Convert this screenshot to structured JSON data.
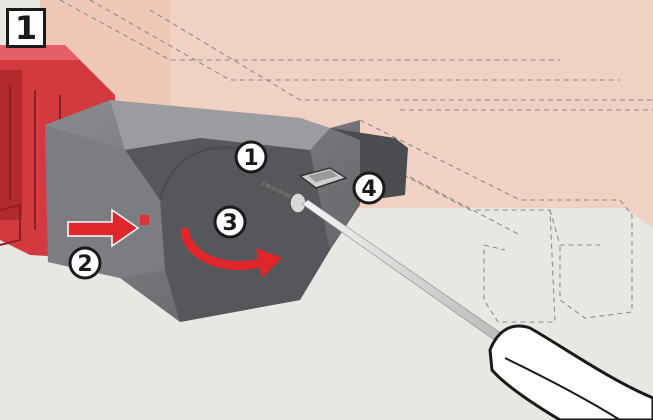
{
  "step": {
    "number": "1"
  },
  "callouts": {
    "c1": "1",
    "c2": "2",
    "c3": "3",
    "c4": "4"
  },
  "colors": {
    "background": "#e8e7e3",
    "housing_red": "#d8343a",
    "cover_gray": "#6d6f72",
    "arrow_red": "#e0262b",
    "ghost_profile": "#f2c9b6",
    "outline": "#1a1a1a"
  },
  "icons": [
    "screw-icon",
    "clip-icon",
    "screwdriver-icon",
    "push-arrow-icon",
    "rotate-arrow-icon"
  ]
}
